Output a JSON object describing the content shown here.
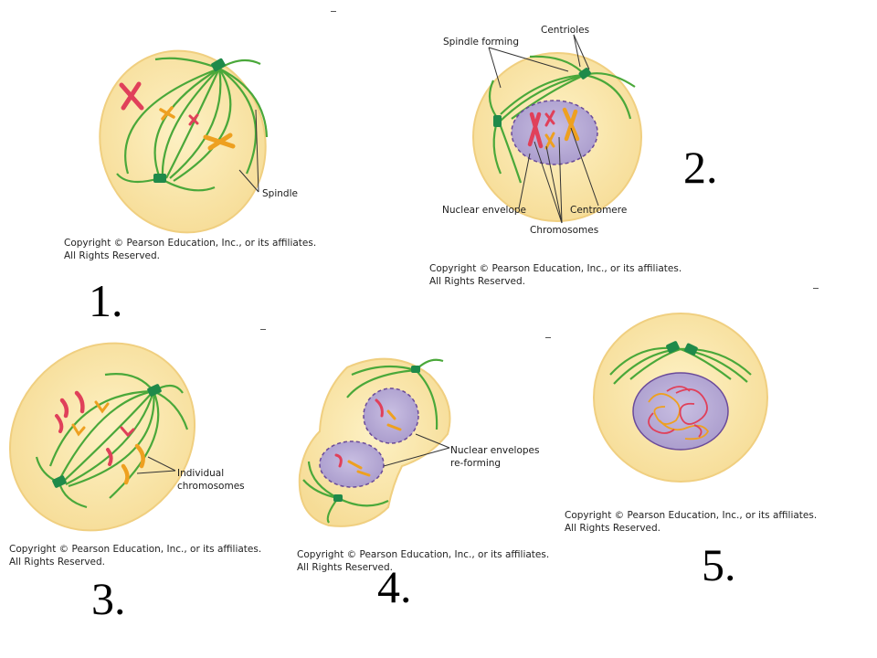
{
  "figure_numbers": [
    "1.",
    "2.",
    "3.",
    "4.",
    "5."
  ],
  "labels": {
    "spindle": "Spindle",
    "spindle_forming": "Spindle forming",
    "centrioles": "Centrioles",
    "nuclear_envelope": "Nuclear envelope",
    "centromere": "Centromere",
    "chromosomes": "Chromosomes",
    "individual_chromosomes": "Individual\nchromosomes",
    "nuclear_envelopes_reforming": "Nuclear envelopes\nre-forming"
  },
  "copyright": {
    "line1": "Copyright © Pearson Education, Inc., or its affiliates.",
    "line2": "All Rights Reserved."
  },
  "colors": {
    "cell": "#fbe8a8",
    "cell_edge": "#f2d488",
    "spindle": "#4aa83a",
    "centriole": "#1f8a4a",
    "chromosome_red": "#e0405a",
    "chromosome_orange": "#eea020",
    "nucleus": "#b9aed8",
    "envelope": "#7a5aa8"
  }
}
